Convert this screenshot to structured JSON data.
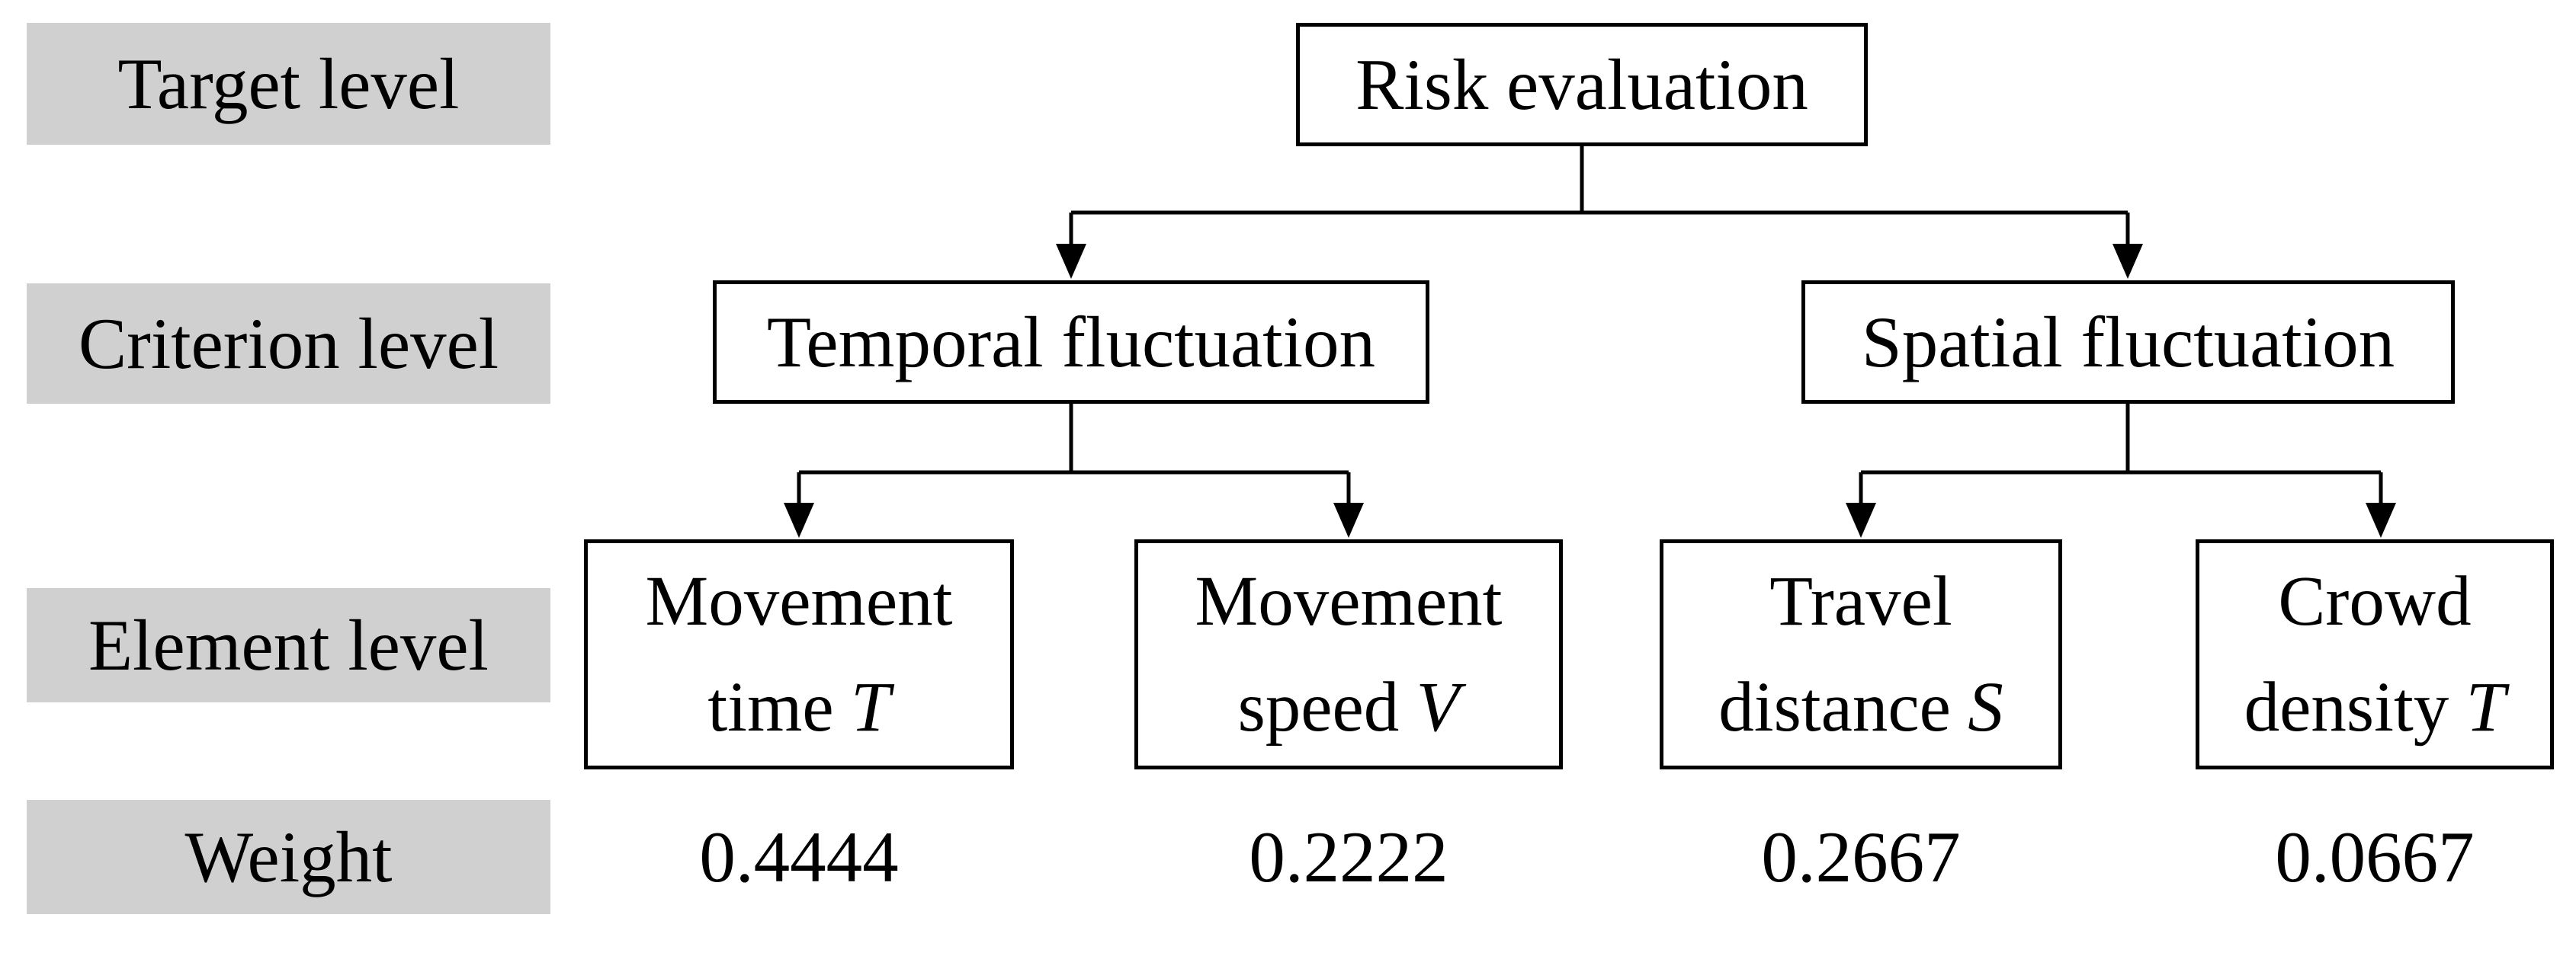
{
  "row_labels": {
    "target": "Target level",
    "criterion": "Criterion level",
    "element": "Element level",
    "weight": "Weight"
  },
  "tree": {
    "root": {
      "label": "Risk evaluation"
    },
    "criteria": [
      {
        "label": "Temporal fluctuation"
      },
      {
        "label": "Spatial fluctuation"
      }
    ],
    "elements": [
      {
        "line1": "Movement",
        "line2": "time",
        "symbol": "T",
        "weight": "0.4444"
      },
      {
        "line1": "Movement",
        "line2": "speed",
        "symbol": "V",
        "weight": "0.2222"
      },
      {
        "line1": "Travel",
        "line2": "distance",
        "symbol": "S",
        "weight": "0.2667"
      },
      {
        "line1": "Crowd",
        "line2": "density",
        "symbol": "T",
        "weight": "0.0667"
      }
    ]
  },
  "colors": {
    "label_background": "#d0d0d0",
    "box_border": "#000000",
    "connector_line": "#000000",
    "text": "#000000",
    "page_background": "#ffffff"
  }
}
